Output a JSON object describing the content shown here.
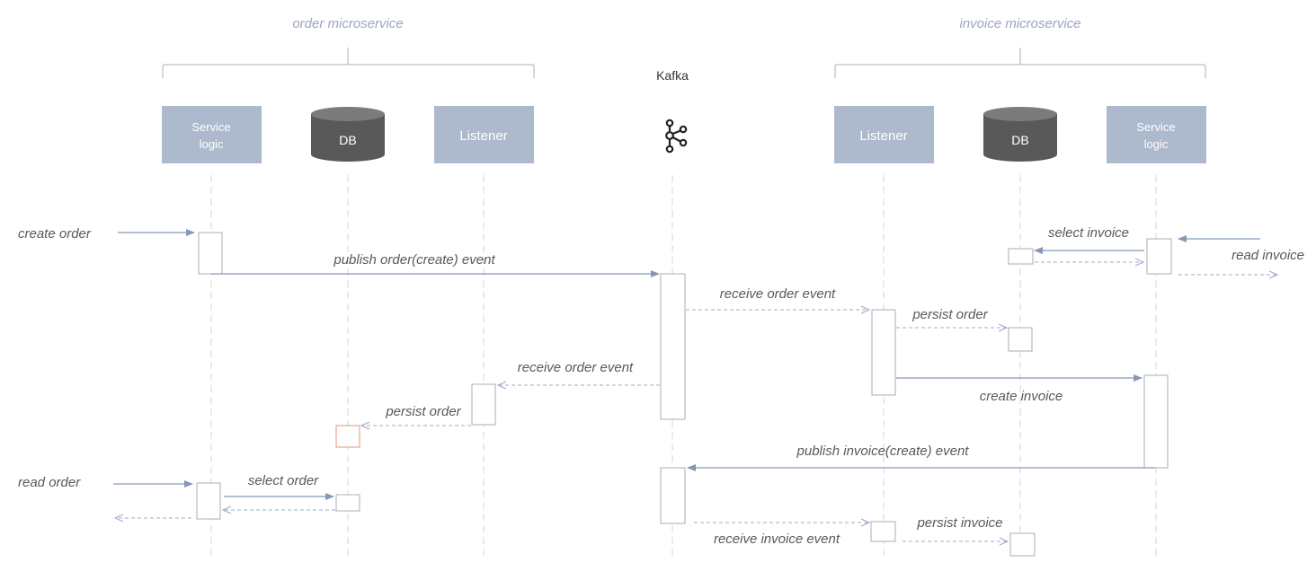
{
  "groups": {
    "order": "order microservice",
    "invoice": "invoice microservice"
  },
  "kafka_label": "Kafka",
  "participants": {
    "order_service_line1": "Service",
    "order_service_line2": "logic",
    "order_db": "DB",
    "order_listener": "Listener",
    "invoice_listener": "Listener",
    "invoice_db": "DB",
    "invoice_service_line1": "Service",
    "invoice_service_line2": "logic"
  },
  "messages": {
    "create_order": "create order",
    "publish_order_event": "publish order(create) event",
    "receive_order_event_invoice": "receive order event",
    "persist_order_invoice": "persist order",
    "receive_order_event_order": "receive order event",
    "persist_order_order": "persist order",
    "create_invoice": "create invoice",
    "publish_invoice_event": "publish invoice(create) event",
    "read_order": "read order",
    "select_order": "select order",
    "receive_invoice_event": "receive invoice event",
    "persist_invoice": "persist invoice",
    "select_invoice": "select invoice",
    "read_invoice": "read invoice"
  },
  "colors": {
    "participant_box": "#adb9cc",
    "db_cylinder": "#595959",
    "arrow": "#8497b8",
    "highlight_activation": "#e2957b"
  }
}
